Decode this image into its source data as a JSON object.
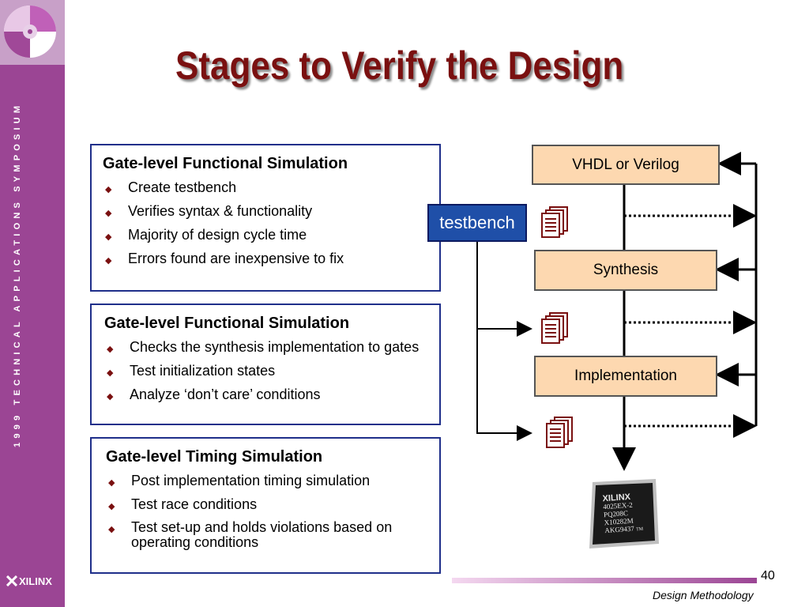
{
  "sidebar": {
    "symposium_text": "1999 TECHNICAL APPLICATIONS SYMPOSIUM",
    "logo_text": "XILINX"
  },
  "title": "Stages to Verify the Design",
  "boxes": [
    {
      "heading": "Gate-level Functional Simulation",
      "items": [
        "Create testbench",
        "Verifies syntax & functionality",
        "Majority of design cycle time",
        "Errors found are inexpensive to fix"
      ]
    },
    {
      "heading": "Gate-level Functional Simulation",
      "items": [
        "Checks the synthesis implementation to gates",
        "Test initialization states",
        "Analyze ‘don’t care’ conditions"
      ]
    },
    {
      "heading": "Gate-level Timing Simulation",
      "items": [
        "Post implementation timing simulation",
        "Test race conditions",
        "Test set-up and holds violations based on operating conditions"
      ]
    }
  ],
  "flow": {
    "vhdl": "VHDL or Verilog",
    "synthesis": "Synthesis",
    "implementation": "Implementation",
    "testbench": "testbench"
  },
  "chip": {
    "brand": "XILINX",
    "lines": [
      "4025EX-2",
      "PQ208C",
      "X10282M",
      "AKG9437"
    ],
    "tm": "TM"
  },
  "footer": {
    "page_number": "40",
    "section": "Design Methodology"
  },
  "colors": {
    "sidebar": "#9b4594",
    "title": "#7a1010",
    "box_border": "#1f2f8a",
    "flow_box": "#fdd8b0",
    "testbench_bg": "#1f4fa8"
  }
}
